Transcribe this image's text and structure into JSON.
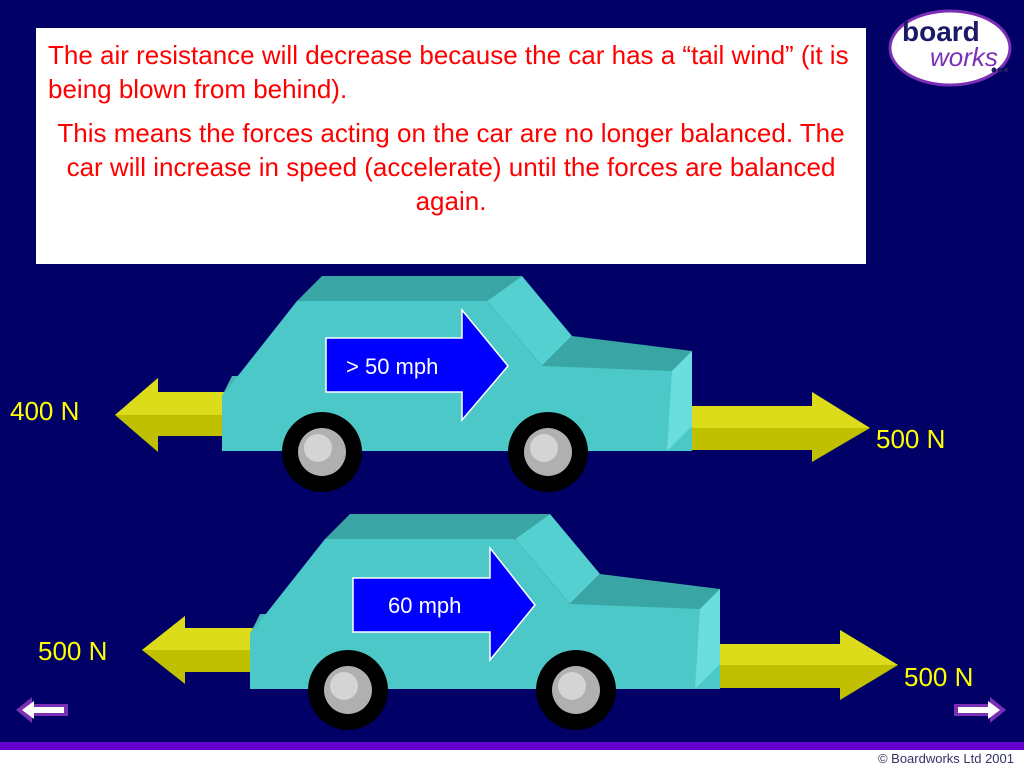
{
  "explanation": {
    "paragraph1": "The air resistance will decrease because the car has a “tail wind” (it is being blown from behind).",
    "paragraph2": "This means the forces acting on the car are no longer balanced. The car will increase in speed (accelerate) until the forces are balanced again."
  },
  "logo": {
    "word1": "board",
    "word2": "works"
  },
  "car_top": {
    "speed_label": "> 50 mph",
    "drag_force": "400 N",
    "thrust_force": "500 N"
  },
  "car_bottom": {
    "speed_label": "60 mph",
    "drag_force": "500 N",
    "thrust_force": "500 N"
  },
  "footer": {
    "copyright": "© Boardworks Ltd 2001"
  },
  "colors": {
    "background": "#000066",
    "text_red": "#ff0000",
    "force_yellow": "#ffff00",
    "car_body": "#4cc8c8",
    "speed_arrow": "#0000ff",
    "footer_bar": "#6600cc"
  },
  "icons": {
    "back": "left-arrow-icon",
    "forward": "right-arrow-icon"
  }
}
